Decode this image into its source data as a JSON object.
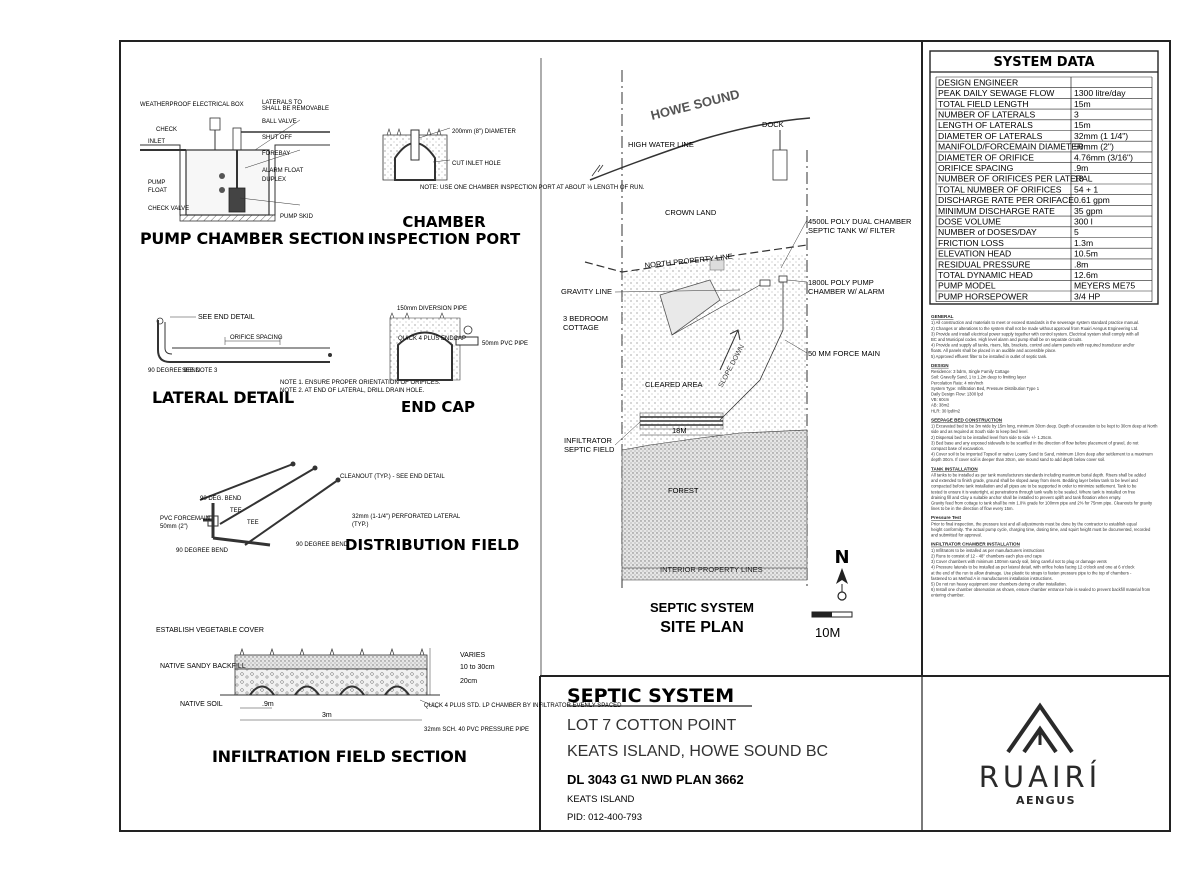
{
  "drawings": {
    "pump_chamber": {
      "title": "PUMP CHAMBER SECTION",
      "labels": [
        "WEATHERPROOF ELECTRICAL BOX",
        "LATERALS TO",
        "SHALL BE REMOVABLE",
        "BALL VALVE",
        "SHUT OFF",
        "CHECK",
        "INLET",
        "FOREBAY",
        "ALARM FLOAT",
        "DUPLEX",
        "PUMP",
        "FLOAT",
        "CHECK VALVE",
        "PUMP SKID"
      ]
    },
    "inspection_port": {
      "title_line1": "CHAMBER",
      "title_line2": "INSPECTION PORT",
      "note": "NOTE: USE ONE CHAMBER INSPECTION PORT AT ABOUT ⅓ LENGTH OF RUN."
    },
    "lateral": {
      "title": "LATERAL DETAIL",
      "labels": [
        "SEE END DETAIL",
        "ORIFICE SPACING",
        "90 DEGREE BEND",
        "SEE NOTE 3"
      ]
    },
    "end_cap": {
      "title": "END CAP",
      "labels": [
        "QUICK 4 PLUS ENDCAP",
        "50mm PVC PIPE"
      ]
    },
    "distribution": {
      "title": "DISTRIBUTION FIELD",
      "labels": [
        "CLEANOUT (TYP.) - SEE END DETAIL",
        "90 DEG. BEND",
        "TEE",
        "PVC FORCEMAIN",
        "50mm (2\")",
        "TEE",
        "32mm (1-1/4\") PERFORATED LATERAL",
        "(TYP.)",
        "90 DEGREE BEND",
        "90 DEGREE BEND"
      ]
    },
    "infiltration": {
      "title": "INFILTRATION FIELD SECTION",
      "labels": [
        "ESTABLISH VEGETABLE COVER",
        "NATIVE SANDY BACKFILL",
        "NATIVE SOIL",
        "VARIES",
        "10 to 30cm",
        "20cm",
        ".9m",
        "3m",
        "QUICK 4 PLUS STD. LP CHAMBER BY INFILTRATOR EVENLY SPACED",
        "32mm SCH. 40 PVC PRESSURE PIPE"
      ]
    }
  },
  "site_plan": {
    "title_line1": "SEPTIC SYSTEM",
    "title_line2": "SITE PLAN",
    "labels": {
      "howe_sound": "HOWE SOUND",
      "dock": "DOCK",
      "high_water": "HIGH WATER LINE",
      "crown_land": "CROWN LAND",
      "north_property": "NORTH PROPERTY LINE",
      "septic_tank": "4500L POLY DUAL CHAMBER SEPTIC TANK W/ FILTER",
      "gravity_line": "GRAVITY LINE",
      "cottage": "3 BEDROOM COTTAGE",
      "pump_chamber": "1800L POLY PUMP CHAMBER W/ ALARM",
      "force_main": "50 MM FORCE MAIN",
      "slope_down": "SLOPE DOWN",
      "cleared_area": "CLEARED AREA",
      "field_length": "18M",
      "infiltrator": "INFILTRATOR SEPTIC FIELD",
      "forest": "FOREST",
      "interior_lines": "INTERIOR PROPERTY LINES",
      "north": "N",
      "scale": "10M"
    }
  },
  "system_data": {
    "title": "SYSTEM DATA",
    "rows": [
      {
        "label": "DESIGN ENGINEER",
        "value": ""
      },
      {
        "label": "PEAK DAILY SEWAGE FLOW",
        "value": "1300 litre/day"
      },
      {
        "label": "TOTAL FIELD LENGTH",
        "value": "15m"
      },
      {
        "label": "NUMBER OF LATERALS",
        "value": "3"
      },
      {
        "label": "LENGTH OF LATERALS",
        "value": "15m"
      },
      {
        "label": "DIAMETER OF LATERALS",
        "value": "32mm (1 1/4\")"
      },
      {
        "label": "MANIFOLD/FORCEMAIN DIAMETER",
        "value": "50mm (2\")"
      },
      {
        "label": "DIAMETER OF ORIFICE",
        "value": "4.76mm (3/16\")"
      },
      {
        "label": "ORIFICE SPACING",
        "value": ".9m"
      },
      {
        "label": "NUMBER OF ORIFICES PER LATERAL",
        "value": "18"
      },
      {
        "label": "TOTAL NUMBER OF ORIFICES",
        "value": "54 + 1"
      },
      {
        "label": "DISCHARGE RATE PER ORIFACE",
        "value": "0.61 gpm"
      },
      {
        "label": "MINIMUM DISCHARGE RATE",
        "value": "35 gpm"
      },
      {
        "label": "DOSE VOLUME",
        "value": "300 l"
      },
      {
        "label": "NUMBER of DOSES/DAY",
        "value": "5"
      },
      {
        "label": "FRICTION LOSS",
        "value": "1.3m"
      },
      {
        "label": "ELEVATION HEAD",
        "value": "10.5m"
      },
      {
        "label": "RESIDUAL PRESSURE",
        "value": ".8m"
      },
      {
        "label": "TOTAL DYNAMIC HEAD",
        "value": "12.6m"
      },
      {
        "label": "PUMP MODEL",
        "value": "MEYERS ME75"
      },
      {
        "label": "PUMP HORSEPOWER",
        "value": "3/4 HP"
      }
    ]
  },
  "notes": {
    "general_head": "GENERAL",
    "general": [
      "1) All construction and materials to meet or exceed standards in the sewerage system standard practice manual.",
      "2) Changes or alterations to the system shall not be made without approval from Ruairi Aengus Engineering Ltd.",
      "3) Provide and install electrical power supply together with control system. Electrical system shall comply with all BC and Municipal codes. High level alarm and pump shall be on separate circuits.",
      "4) Provide and supply all tanks, risers, lids, brackets, control and alarm panels with required transducer and/or floats. All panels shall be placed in an audible and accessible place.",
      "5) Approved effluent filter to be installed in outlet of septic tank."
    ],
    "design_head": "DESIGN",
    "design": [
      "Residence: 3 bdrm, Single Family Cottage",
      "Soil: Gravelly Sand, 1 to 1.2m deep to limiting layer",
      "Percolation Rate: 4 min/inch",
      "System Type: Infiltration Bed, Pressure Distribution Type 1",
      "Daily Design Flow: 1300 lpd",
      "VB: 60cm",
      "AB: 38m2",
      "HLR: 30 lpd/m2"
    ],
    "seepage_head": "SEEPAGE BED CONSTRUCTION",
    "seepage": [
      "1) Excavated bed to be 3m wide by 15m long, minimum 30cm deep. Depth of excavation to be kept to 30cm deep at North side and as required at South side to keep bed level.",
      "2) Dispersal bed to be installed level from side to side +/- 1.25cm.",
      "3) Bed base and any exposed sidewalls to be scarified in the direction of flow before placement of gravel, do not compact base of excavation.",
      "4) Cover soil to be imported Topsoil or native Loamy Sand to Sand, minimum 10cm deep after settlement to a maximum depth 30cm. If cover soil is deeper than 30cm, use mound sand to add depth below cover soil."
    ],
    "tank_head": "TANK INSTALLATION",
    "tank": [
      "All tanks to be installed as per tank manufacturers standards including maximum burial depth. Risers shall be added and extended to finish grade, ground shall be sloped away from risers. Bedding layer below tank to be level and compacted before tank installation and all pipes are to be supported in order to minimize settlement. Tank to be tested to ensure it is watertight, at penetrations through tank walls to be sealed. Where tank is installed on free draining fill and Clay a suitable anchor shall be installed to prevent uplift and tank flotation when empty.",
      "Gravity feed from cottage to tank shall be min 1.0% grade for 100mm pipe and 2% for 75mm pipe. Cleanouts for gravity lines to be in the direction of flow every 15m."
    ],
    "pressure_head": "Pressure Test",
    "pressure": [
      "Prior to final inspection, the pressure test and all adjustments must be done by the contractor to establish equal height conformity. The actual pump cycle, charging time, dosing time, and squirt height must be documented, recorded and submitted for approval."
    ],
    "infiltrator_head": "INFILTRATOR CHAMBER INSTALLATION",
    "infiltrator": [
      "1) Infiltrators to be installed as per manufacturers instructions",
      "2) Runs to consist of 12 - 48\" chambers each plus end caps",
      "3) Cover chambers with minimum 100mm sandy soil, bring careful not to plug or damage vents",
      "4) Pressure laterals to be installed as per lateral detail, with orifice holes facing 12 o'clock and one at 6 o'clock at the end of the run to allow drainage. Use plastic tie straps to fasten pressure pipe to the top of chambers - fastened to as Method A in manufacturers installation instructions.",
      "5) Do not run heavy equipment over chambers during or after installation.",
      "6) Install one chamber observation as shown, ensure chamber entrance hole is sealed to prevent backfill material from entering chamber."
    ]
  },
  "title_block": {
    "title": "SEPTIC SYSTEM",
    "line1": "LOT 7 COTTON POINT",
    "line2": "KEATS ISLAND, HOWE SOUND BC",
    "legal": "DL 3043 G1 NWD PLAN 3662",
    "location": "KEATS ISLAND",
    "pid": "PID:  012-400-793",
    "logo_name": "RUAIRÍ",
    "logo_sub": "AENGUS"
  }
}
